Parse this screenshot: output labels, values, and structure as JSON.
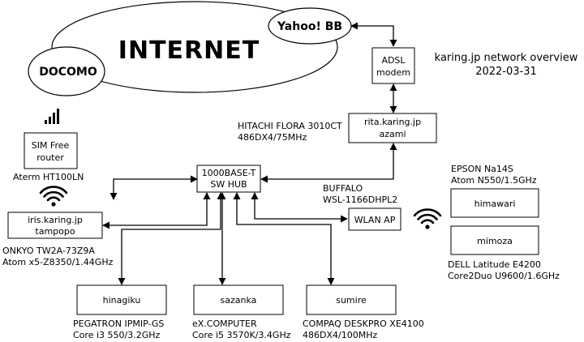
{
  "title": "karing.jp network overview",
  "date": "2022-03-31",
  "clouds": {
    "internet": "INTERNET",
    "isp_left": "DOCOMO",
    "isp_right": "Yahoo! BB"
  },
  "nodes": {
    "adsl_modem": {
      "line1": "ADSL",
      "line2": "modem"
    },
    "rita": {
      "line1": "rita.karing.jp",
      "line2": "azami",
      "desc1": "HITACHI FLORA 3010CT",
      "desc2": "486DX4/75MHz"
    },
    "sim_router": {
      "line1": "SIM Free",
      "line2": "router",
      "desc1": "Aterm HT100LN"
    },
    "hub": {
      "line1": "1000BASE-T",
      "line2": "SW HUB"
    },
    "iris": {
      "line1": "iris.karing.jp",
      "line2": "tampopo",
      "desc1": "ONKYO TW2A-73Z9A",
      "desc2": "Atom x5-Z8350/1.44GHz"
    },
    "wlan_ap": {
      "line1": "WLAN AP",
      "desc1": "BUFFALO",
      "desc2": "WSL-1166DHPL2"
    },
    "himawari": {
      "line1": "himawari",
      "desc1": "EPSON Na14S",
      "desc2": "Atom N550/1.5GHz"
    },
    "mimoza": {
      "line1": "mimoza",
      "desc1": "DELL Latitude E4200",
      "desc2": "Core2Duo U9600/1.6GHz"
    },
    "hinagiku": {
      "line1": "hinagiku",
      "desc1": "PEGATRON IPMIP-GS",
      "desc2": "Core i3 550/3.2GHz"
    },
    "sazanka": {
      "line1": "sazanka",
      "desc1": "eX.COMPUTER",
      "desc2": "Core i5 3570K/3.4GHz"
    },
    "sumire": {
      "line1": "sumire",
      "desc1": "COMPAQ DESKPRO XE4100",
      "desc2": "486DX4/100MHz"
    }
  },
  "icons": {
    "signal": "cellular-signal-icon",
    "wifi": "wifi-icon"
  }
}
